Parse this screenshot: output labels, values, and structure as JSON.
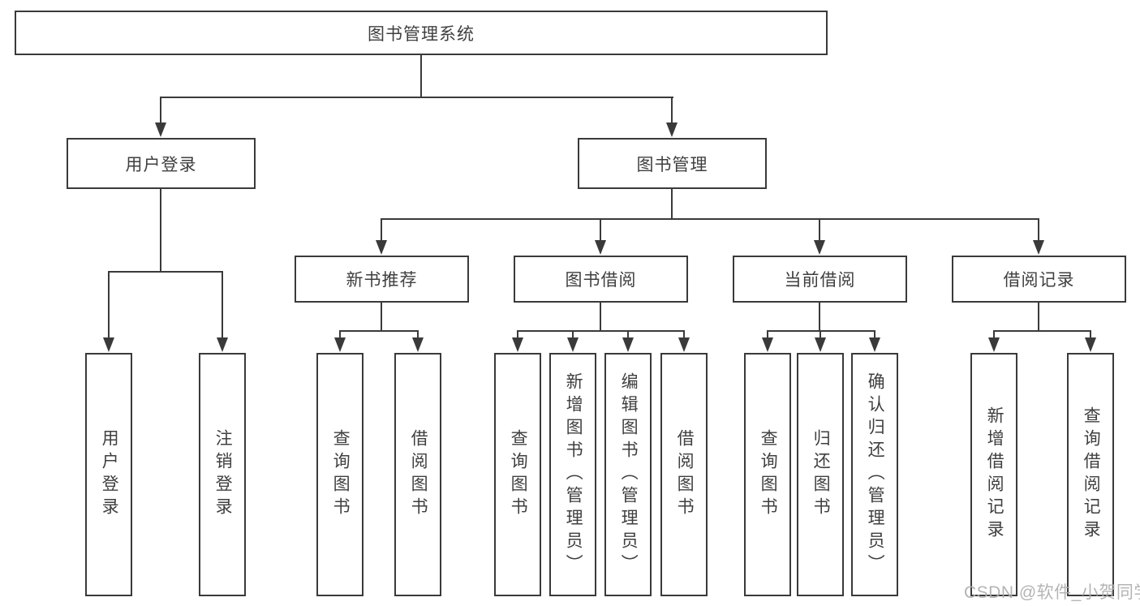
{
  "colors": {
    "line": "#3a3a3a",
    "box_border": "#3a3a3a",
    "text": "#3f3f3f",
    "background": "#ffffff",
    "watermark": "#aeaeae"
  },
  "watermark": {
    "text": "CSDN @软件_小贺同学"
  },
  "tree": {
    "label": "图书管理系统",
    "children": [
      {
        "label": "用户登录",
        "children": [
          {
            "label": "用户登录"
          },
          {
            "label": "注销登录"
          }
        ]
      },
      {
        "label": "图书管理",
        "children": [
          {
            "label": "新书推荐",
            "children": [
              {
                "label": "查询图书"
              },
              {
                "label": "借阅图书"
              }
            ]
          },
          {
            "label": "图书借阅",
            "children": [
              {
                "label": "查询图书"
              },
              {
                "label": "新增图书（管理员）"
              },
              {
                "label": "编辑图书（管理员）"
              },
              {
                "label": "借阅图书"
              }
            ]
          },
          {
            "label": "当前借阅",
            "children": [
              {
                "label": "查询图书"
              },
              {
                "label": "归还图书"
              },
              {
                "label": "确认归还（管理员）"
              }
            ]
          },
          {
            "label": "借阅记录",
            "children": [
              {
                "label": "新增借阅记录"
              },
              {
                "label": "查询借阅记录"
              }
            ]
          }
        ]
      }
    ]
  }
}
